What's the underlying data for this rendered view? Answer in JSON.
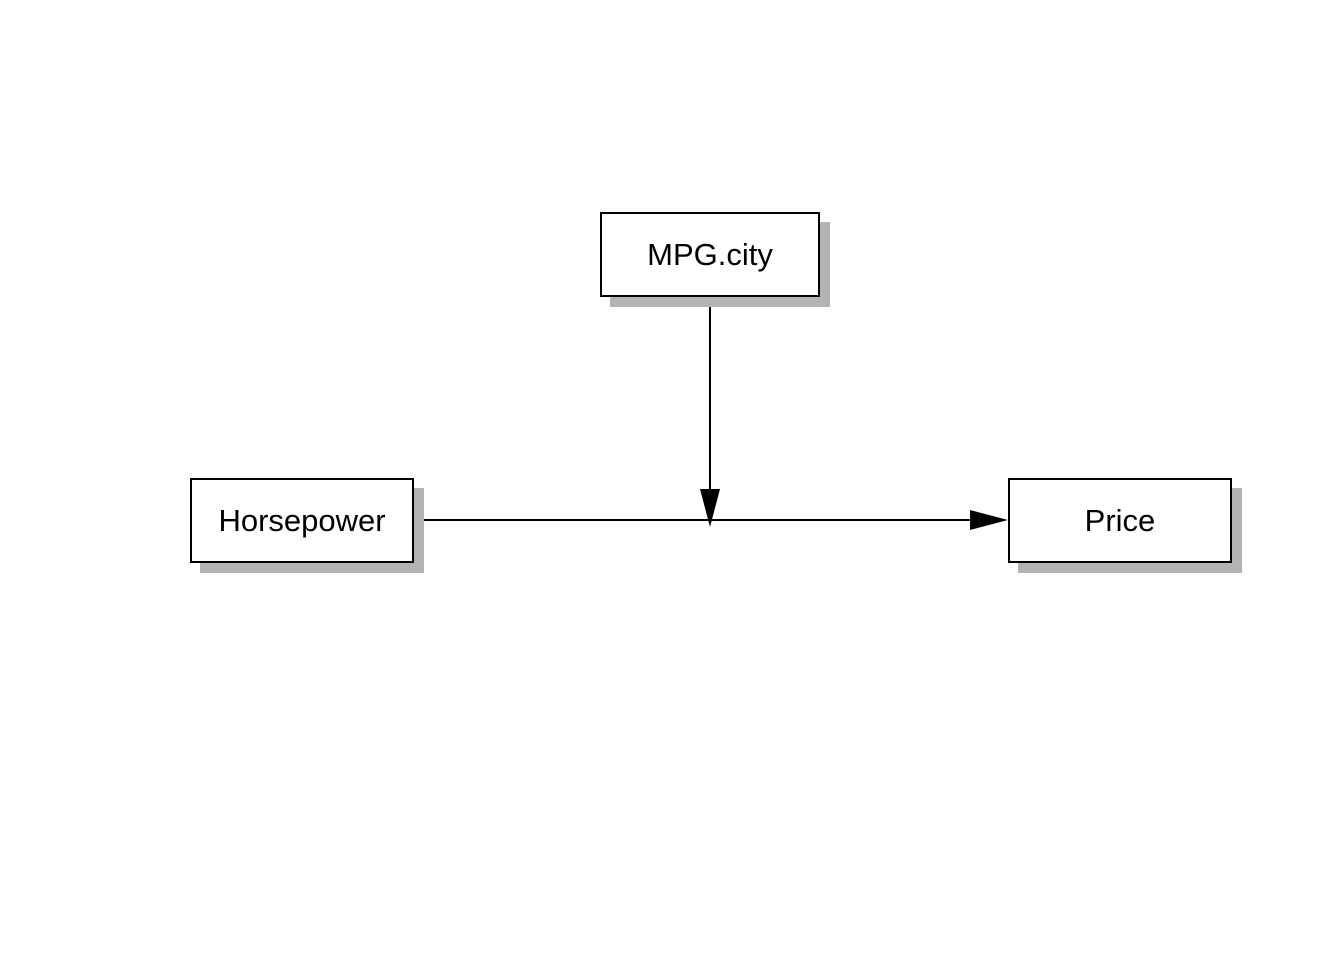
{
  "diagram": {
    "type": "path-diagram",
    "description": "Moderation model: MPG.city moderates the Horsepower to Price path",
    "nodes": [
      {
        "id": "mpg_city",
        "label": "MPG.city"
      },
      {
        "id": "horsepower",
        "label": "Horsepower"
      },
      {
        "id": "price",
        "label": "Price"
      }
    ],
    "edges": [
      {
        "from": "horsepower",
        "to": "price",
        "kind": "direct-arrow"
      },
      {
        "from": "mpg_city",
        "to": "horsepower-price-path",
        "kind": "moderation-arrow"
      }
    ],
    "colors": {
      "background": "#ffffff",
      "node_fill": "#ffffff",
      "node_border": "#000000",
      "node_shadow": "#b3b3b3",
      "arrow": "#000000",
      "text": "#000000"
    }
  }
}
